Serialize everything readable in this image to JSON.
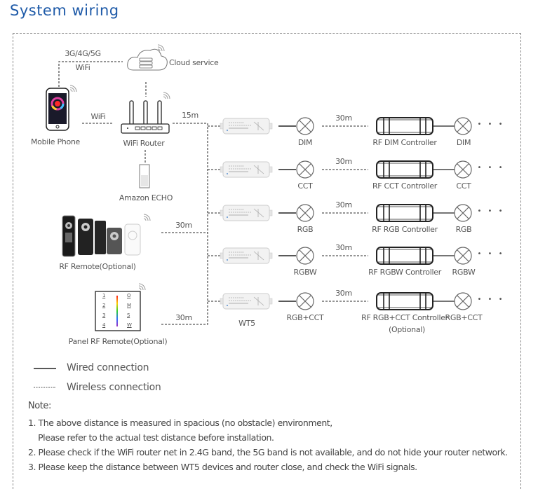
{
  "page_title": "System wiring",
  "labels": {
    "mobile_link_top": "3G/4G/5G",
    "mobile_link_bottom": "WiFi",
    "cloud": "Cloud service",
    "phone_router_link": "WiFi",
    "mobile_phone": "Mobile Phone",
    "wifi_router": "WiFi Router",
    "router_distance": "15m",
    "amazon_echo": "Amazon ECHO",
    "rf_remote": "RF Remote(Optional)",
    "rf_remote_distance": "30m",
    "panel_remote": "Panel RF Remote(Optional)",
    "panel_remote_distance": "30m",
    "wt5": "WT5",
    "more": "• • •"
  },
  "rows": [
    {
      "light": "DIM",
      "distance": "30m",
      "controller": "RF DIM Controller",
      "controller_note": "",
      "light2": "DIM"
    },
    {
      "light": "CCT",
      "distance": "30m",
      "controller": "RF CCT Controller",
      "controller_note": "",
      "light2": "CCT"
    },
    {
      "light": "RGB",
      "distance": "30m",
      "controller": "RF RGB Controller",
      "controller_note": "",
      "light2": "RGB"
    },
    {
      "light": "RGBW",
      "distance": "30m",
      "controller": "RF RGBW Controller",
      "controller_note": "",
      "light2": "RGBW"
    },
    {
      "light": "RGB+CCT",
      "distance": "30m",
      "controller": "RF RGB+CCT Controller",
      "controller_note": "(Optional)",
      "light2": "RGB+CCT"
    }
  ],
  "panel_keys": {
    "left": [
      "1",
      "2",
      "3",
      "4"
    ],
    "right": [
      "O",
      "M",
      "S",
      "W"
    ]
  },
  "legend": {
    "wired": "Wired connection",
    "wireless": "Wireless connection"
  },
  "notes": {
    "heading": "Note:",
    "items": [
      "1. The above distance is measured in spacious (no obstacle) environment,",
      "    Please refer to the actual test distance before installation.",
      "2. Please check if the WiFi router net in 2.4G band, the 5G band is not available, and do not hide your router network.",
      "3. Please keep the distance between WT5 devices and router close, and check the WiFi signals."
    ]
  }
}
